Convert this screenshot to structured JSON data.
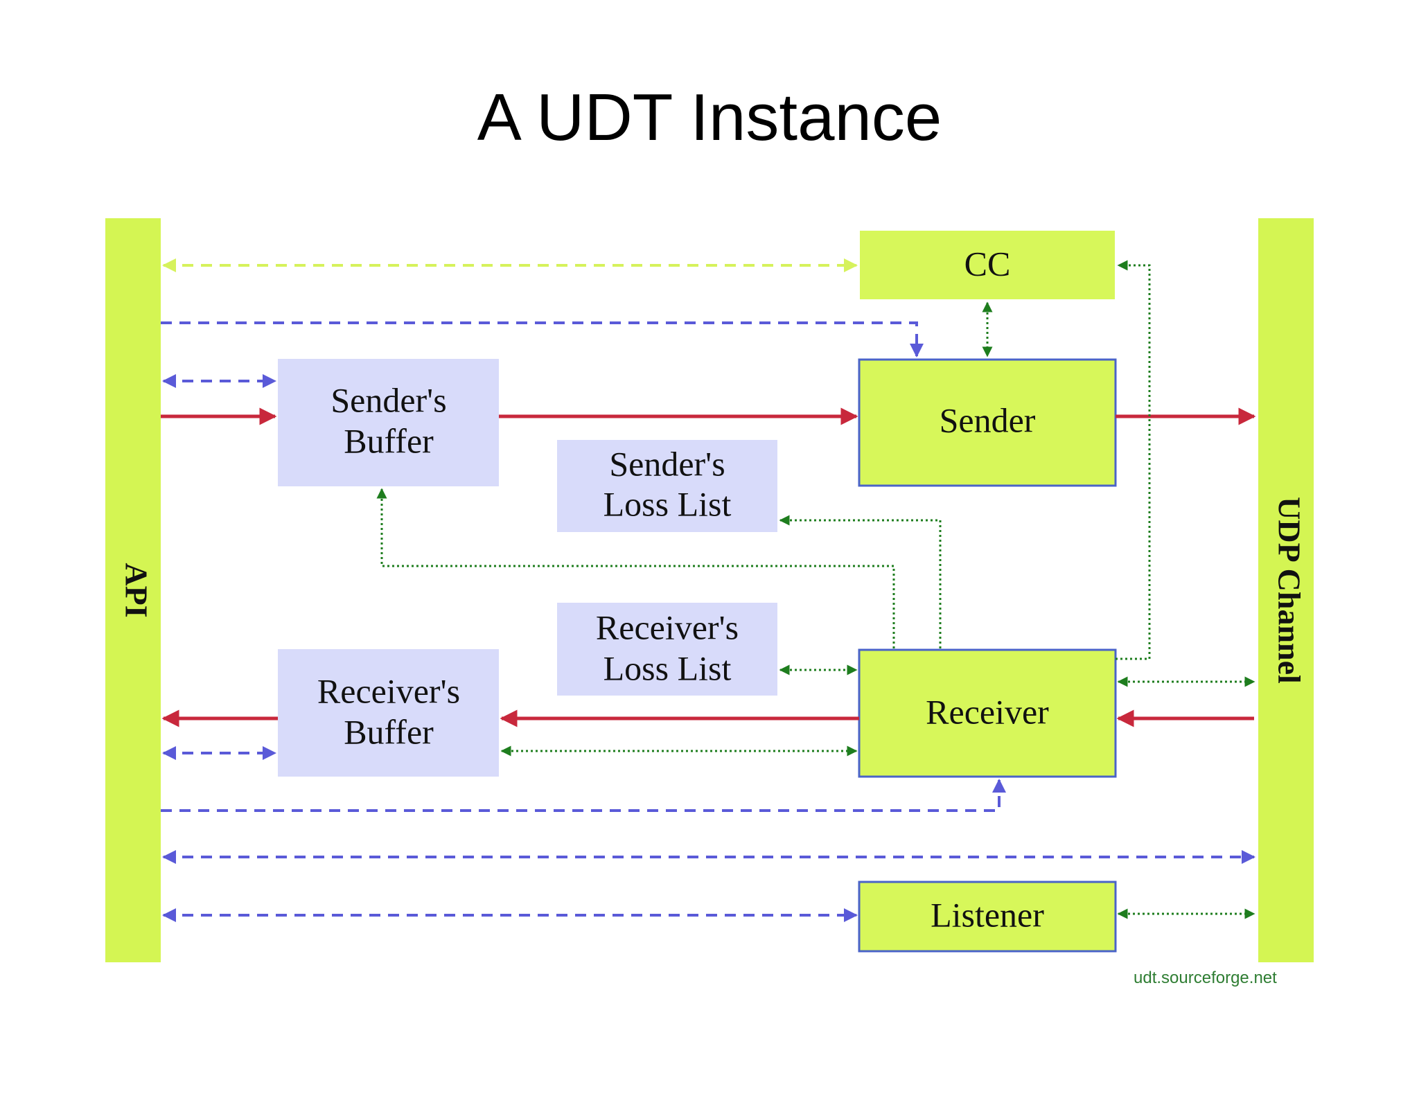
{
  "title": "A UDT Instance",
  "footer": "udt.sourceforge.net",
  "diagram": {
    "api_label": "API",
    "udp_label": "UDP Channel",
    "cc": "CC",
    "sender": "Sender",
    "receiver": "Receiver",
    "listener": "Listener",
    "senders_buffer": [
      "Sender's",
      "Buffer"
    ],
    "receivers_buffer": [
      "Receiver's",
      "Buffer"
    ],
    "senders_loss_list": [
      "Sender's",
      "Loss List"
    ],
    "receivers_loss_list": [
      "Receiver's",
      "Loss List"
    ]
  },
  "colors": {
    "rail": "#d4f553",
    "module_green": "#d7f75a",
    "module_lavender": "#d8dbfa",
    "module_border": "#4a63c8",
    "data_flow": "#c8283c",
    "control_flow": "#5a5ad8",
    "feedback_flow": "#1e7d1e",
    "cc_flow": "#d6f25c"
  },
  "legend_meaning": {}
}
